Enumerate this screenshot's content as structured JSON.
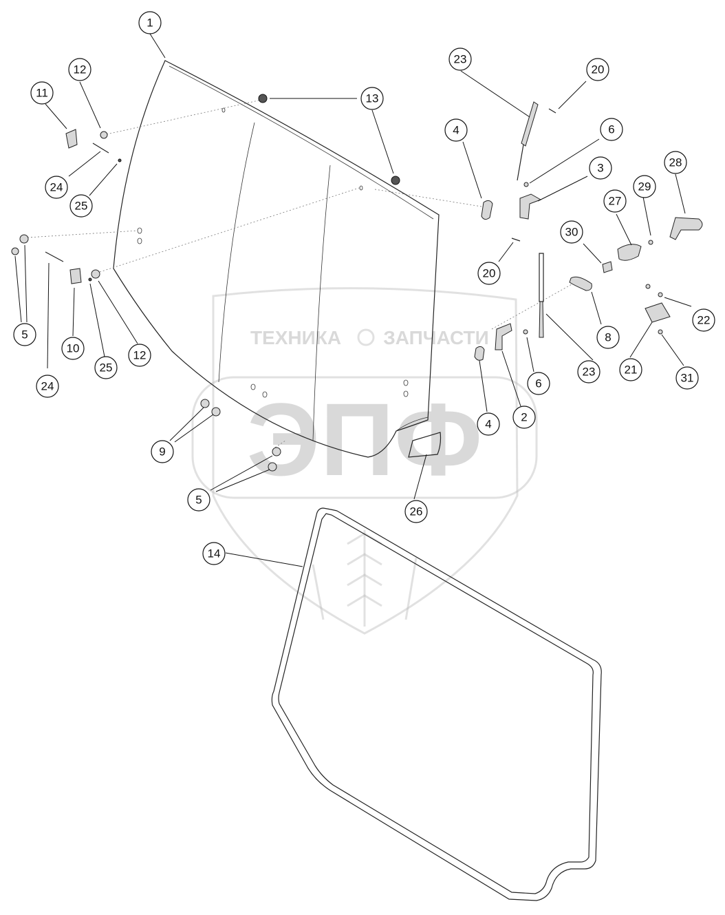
{
  "watermark": {
    "tagline_left": "ТЕХНИКА",
    "tagline_right": "ЗАПЧАСТИ",
    "logo": "ЭПФ"
  },
  "callouts": [
    {
      "id": "c1",
      "label": "1"
    },
    {
      "id": "c2",
      "label": "2"
    },
    {
      "id": "c3",
      "label": "3"
    },
    {
      "id": "c4a",
      "label": "4"
    },
    {
      "id": "c4b",
      "label": "4"
    },
    {
      "id": "c5a",
      "label": "5"
    },
    {
      "id": "c5b",
      "label": "5"
    },
    {
      "id": "c6a",
      "label": "6"
    },
    {
      "id": "c6b",
      "label": "6"
    },
    {
      "id": "c8",
      "label": "8"
    },
    {
      "id": "c9",
      "label": "9"
    },
    {
      "id": "c10",
      "label": "10"
    },
    {
      "id": "c11",
      "label": "11"
    },
    {
      "id": "c12a",
      "label": "12"
    },
    {
      "id": "c12b",
      "label": "12"
    },
    {
      "id": "c13",
      "label": "13"
    },
    {
      "id": "c14",
      "label": "14"
    },
    {
      "id": "c20a",
      "label": "20"
    },
    {
      "id": "c20b",
      "label": "20"
    },
    {
      "id": "c21",
      "label": "21"
    },
    {
      "id": "c22",
      "label": "22"
    },
    {
      "id": "c23a",
      "label": "23"
    },
    {
      "id": "c23b",
      "label": "23"
    },
    {
      "id": "c24a",
      "label": "24"
    },
    {
      "id": "c24b",
      "label": "24"
    },
    {
      "id": "c25a",
      "label": "25"
    },
    {
      "id": "c25b",
      "label": "25"
    },
    {
      "id": "c26",
      "label": "26"
    },
    {
      "id": "c27",
      "label": "27"
    },
    {
      "id": "c28",
      "label": "28"
    },
    {
      "id": "c29",
      "label": "29"
    },
    {
      "id": "c30",
      "label": "30"
    },
    {
      "id": "c31",
      "label": "31"
    }
  ]
}
